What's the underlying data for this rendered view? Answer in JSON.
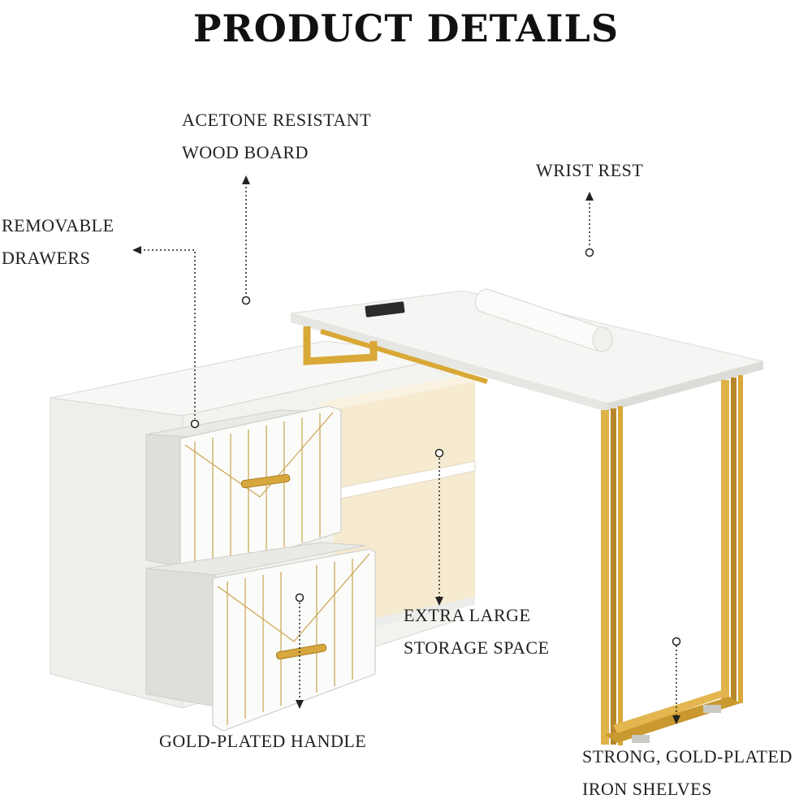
{
  "title": "PRODUCT DETAILS",
  "callouts": {
    "acetone": {
      "line1": "ACETONE RESISTANT",
      "line2": "WOOD BOARD"
    },
    "wrist": {
      "line1": "WRIST REST"
    },
    "drawers": {
      "line1": "REMOVABLE",
      "line2": "DRAWERS"
    },
    "storage": {
      "line1": "EXTRA LARGE",
      "line2": "STORAGE SPACE"
    },
    "handle": {
      "line1": "GOLD-PLATED HANDLE"
    },
    "shelves": {
      "line1": "STRONG, GOLD-PLATED",
      "line2": "IRON SHELVES"
    }
  },
  "colors": {
    "board": "#f4f4f2",
    "board_shade": "#e3e3e0",
    "gold": "#d9a836",
    "gold_dark": "#b8862a",
    "glow": "#f6ead0"
  }
}
